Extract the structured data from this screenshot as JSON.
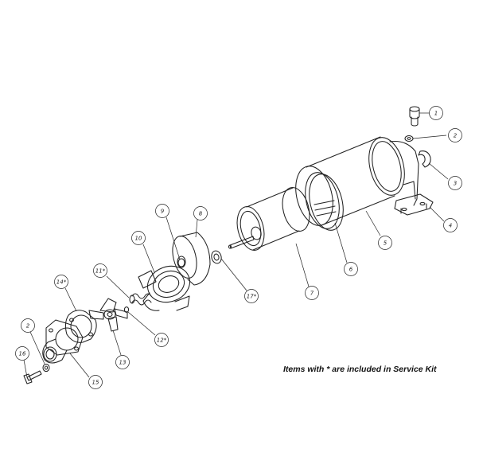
{
  "note": "Items with * are included in Service Kit",
  "callouts": [
    {
      "id": "c1",
      "label": "1"
    },
    {
      "id": "c2a",
      "label": "2"
    },
    {
      "id": "c3",
      "label": "3"
    },
    {
      "id": "c4",
      "label": "4"
    },
    {
      "id": "c5",
      "label": "5"
    },
    {
      "id": "c6",
      "label": "6"
    },
    {
      "id": "c7",
      "label": "7"
    },
    {
      "id": "c8",
      "label": "8"
    },
    {
      "id": "c9",
      "label": "9"
    },
    {
      "id": "c10",
      "label": "10"
    },
    {
      "id": "c11",
      "label": "11*"
    },
    {
      "id": "c12",
      "label": "12*"
    },
    {
      "id": "c13",
      "label": "13"
    },
    {
      "id": "c14",
      "label": "14*"
    },
    {
      "id": "c15",
      "label": "15"
    },
    {
      "id": "c16",
      "label": "16"
    },
    {
      "id": "c17",
      "label": "17*"
    },
    {
      "id": "c2b",
      "label": "2"
    }
  ]
}
